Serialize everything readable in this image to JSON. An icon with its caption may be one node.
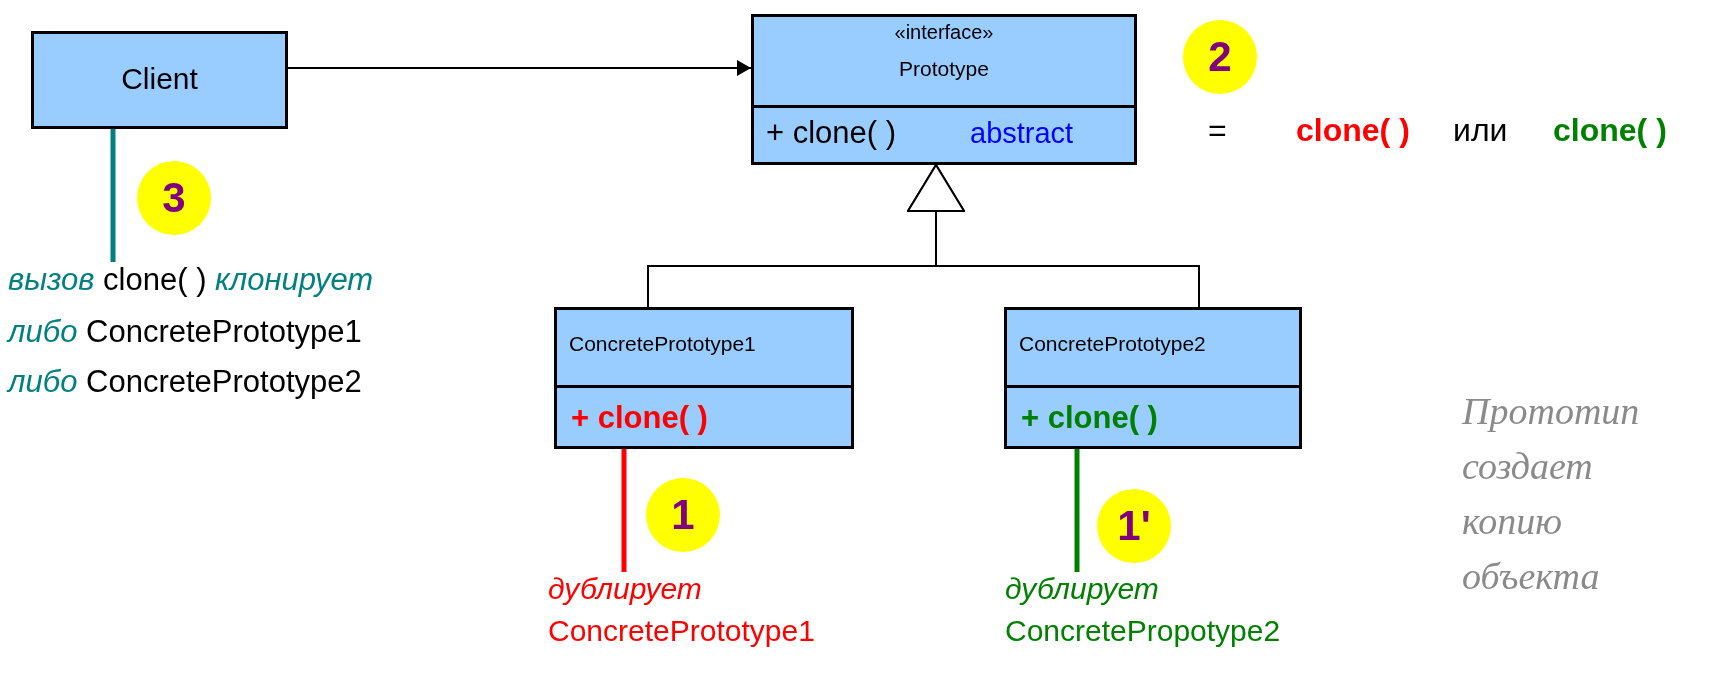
{
  "diagram": {
    "nodes": [
      {
        "text": [
          "Client"
        ]
      },
      {
        "text": [
          "«interface»",
          "Prototype",
          "+ clone( )",
          "abstract"
        ]
      },
      {
        "text": [
          "2"
        ]
      },
      {
        "text": [
          "3"
        ]
      },
      {
        "text": [
          "*вызов* clone( ) *клонирует*",
          "*либо* ConcretePrototype1",
          "*либо* ConcretePrototype2"
        ]
      },
      {
        "text": [
          "ConcretePrototype1",
          "+ clone( )"
        ]
      },
      {
        "text": [
          "ConcretePrototype2",
          "+ clone( )"
        ]
      },
      {
        "text": [
          "1"
        ]
      },
      {
        "text": [
          "1'"
        ]
      },
      {
        "text": [
          "дублирует",
          "ConcretePrototype1"
        ]
      },
      {
        "text": [
          "дублирует",
          "ConcretePropotype2"
        ]
      }
    ],
    "edges": [
      {
        "from": 0,
        "to": 1,
        "arrow": "to"
      },
      {
        "from": 5,
        "to": 1,
        "arrow": "to"
      },
      {
        "from": 6,
        "to": 1,
        "arrow": "to"
      },
      {
        "from": 4,
        "to": 0,
        "arrow": "none",
        "color": "#008080",
        "style": "thick"
      },
      {
        "from": 9,
        "to": 5,
        "arrow": "none",
        "color": "#ff0000",
        "style": "thick"
      },
      {
        "from": 10,
        "to": 6,
        "arrow": "none",
        "color": "#008000",
        "style": "thick"
      }
    ],
    "labels": [
      "=",
      "clone( )",
      "или",
      "clone( )",
      "Прототип создает копию объекта"
    ]
  }
}
